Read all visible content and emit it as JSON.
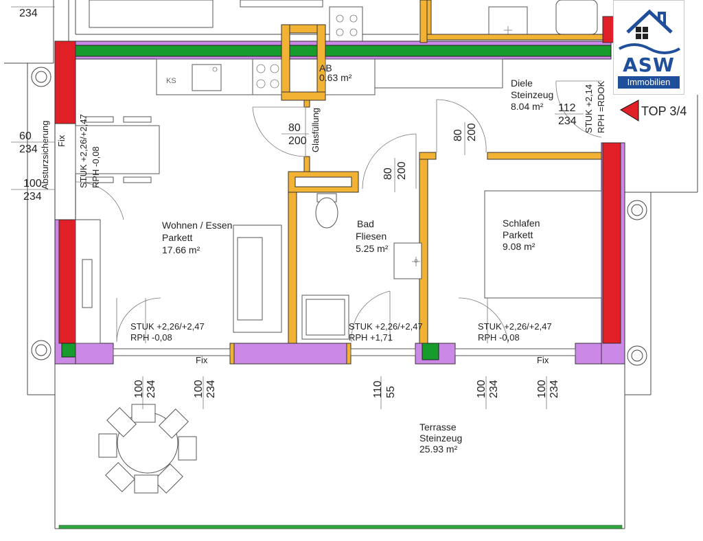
{
  "logo": {
    "name": "ASW",
    "subtitle": "Immobilien"
  },
  "unit_label": "TOP 3/4",
  "rooms": {
    "wohnen": {
      "name": "Wohnen / Essen",
      "floor": "Parkett",
      "area": "17.66 m²"
    },
    "bad": {
      "name": "Bad",
      "floor": "Fliesen",
      "area": "5.25 m²"
    },
    "schlafen": {
      "name": "Schlafen",
      "floor": "Parkett",
      "area": "9.08 m²"
    },
    "diele": {
      "name": "Diele",
      "floor": "Steinzeug",
      "area": "8.04 m²"
    },
    "ab": {
      "name": "AB",
      "area": "0.63 m²"
    },
    "terrasse": {
      "name": "Terrasse",
      "floor": "Steinzeug",
      "area": "25.93 m²"
    }
  },
  "fixture_labels": {
    "ks": "KS",
    "glasfuellung": "Glasfüllung",
    "absturzsicherung": "Absturzsicherung",
    "fix": "Fix"
  },
  "heights": {
    "wohnen": {
      "stuk": "STUK +2,26/+2,47",
      "rph": "RPH  -0,08"
    },
    "bad": {
      "stuk": "STUK +2,26/+2,47",
      "rph": "RPH  +1,71"
    },
    "schlafen": {
      "stuk": "STUK +2,26/+2,47",
      "rph": "RPH  -0,08"
    },
    "west": {
      "stuk": "STUK +2,26/+2,47",
      "rph": "RPH  -0,08"
    },
    "entry": {
      "stuk": "STUK +2,14",
      "rph": "RPH =RDOK"
    }
  },
  "dims": {
    "top_left": "234",
    "w60": "60",
    "w60h": "234",
    "w100": "100",
    "w100h": "234",
    "d_wohn": "80",
    "d_wohn_h": "200",
    "d_bad": "80",
    "d_bad_h": "200",
    "d_schlaf": "80",
    "d_schlaf_h": "200",
    "d_entry": "112",
    "d_entry_h": "234",
    "s1": "100",
    "s1h": "234",
    "s2": "100",
    "s2h": "234",
    "s3": "110",
    "s3h": "55",
    "s4": "100",
    "s4h": "234",
    "s5": "100",
    "s5h": "234"
  },
  "colors": {
    "wall_orange": "#f2b233",
    "wall_red": "#e11f26",
    "wall_purple": "#cc88e6",
    "wall_green": "#169b2c",
    "logo_blue": "#1f4f9a"
  }
}
